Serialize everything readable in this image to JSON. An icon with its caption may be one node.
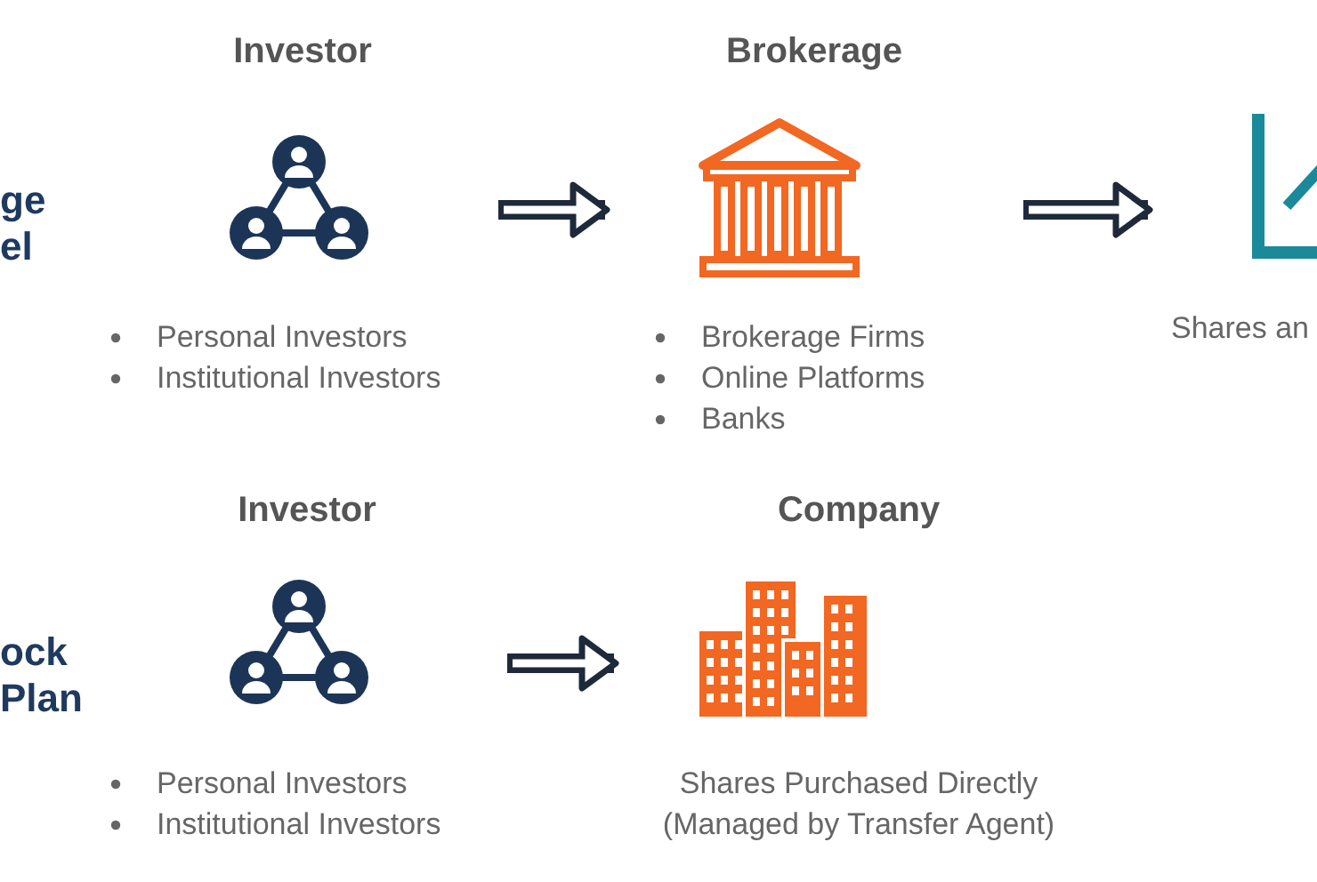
{
  "diagram": {
    "nodes": [
      {
        "text": [
          "Investor",
          "Personal Investors",
          "Institutional Investors"
        ]
      },
      {
        "text": [
          "Brokerage",
          "Brokerage Firms",
          "Online Platforms",
          "Banks"
        ]
      },
      {
        "text": [
          "Shares an"
        ]
      },
      {
        "text": [
          "Investor",
          "Personal Investors",
          "Institutional Investors"
        ]
      },
      {
        "text": [
          "Company",
          "Shares Purchased Directly (Managed by Transfer Agent)"
        ]
      }
    ],
    "edges": [
      {
        "from": 0,
        "to": 1,
        "arrow": "to"
      },
      {
        "from": 1,
        "to": 2,
        "arrow": "to"
      },
      {
        "from": 3,
        "to": 4,
        "arrow": "to"
      }
    ],
    "labels": [
      "ge el",
      "ock Plan"
    ]
  }
}
